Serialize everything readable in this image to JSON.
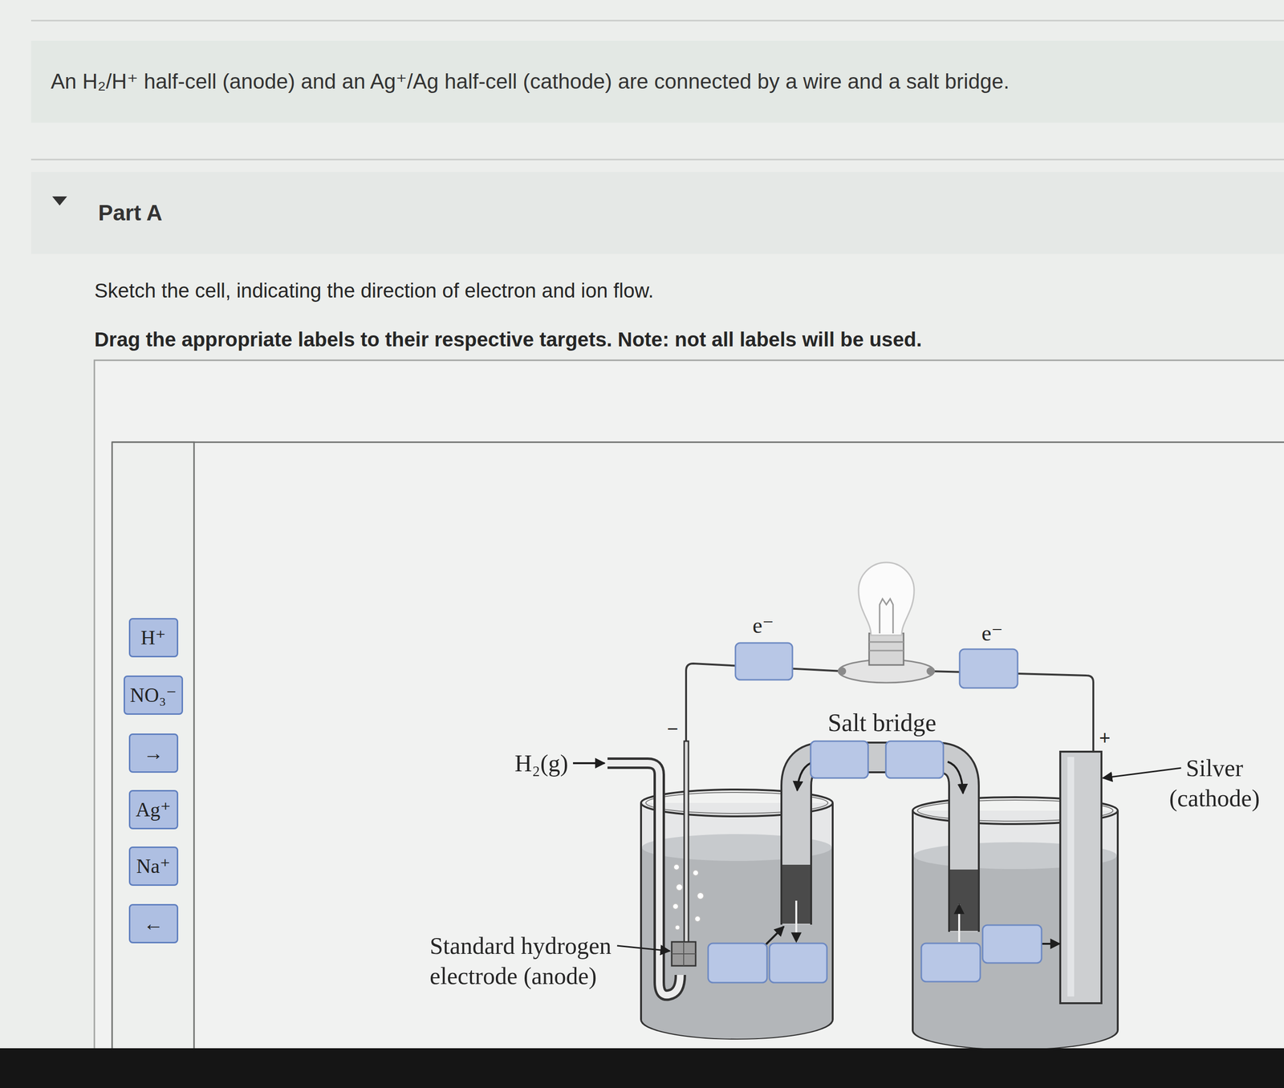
{
  "diagram": {
    "nodes": [
      {
        "text": [
          "An H₂/H⁺ half-cell (anode) and an Ag⁺/Ag half-cell (cathode) are connected by a wire and a salt bridge."
        ]
      },
      {
        "text": [
          "Part A"
        ]
      },
      {
        "text": [
          "H⁺"
        ]
      },
      {
        "text": [
          "NO₃⁻"
        ]
      },
      {
        "text": [
          "→"
        ]
      },
      {
        "text": [
          "Ag⁺"
        ]
      },
      {
        "text": [
          "Na⁺"
        ]
      },
      {
        "text": [
          "←"
        ]
      }
    ],
    "labels": [
      "Sketch the cell, indicating the direction of electron and ion flow.",
      "Drag the appropriate labels to their respective targets. Note: not all labels will be used.",
      "e⁻",
      "e⁻",
      "Salt bridge",
      "H₂(g)",
      "Standard hydrogen electrode (anode)",
      "Silver (cathode)",
      "−",
      "+"
    ]
  }
}
